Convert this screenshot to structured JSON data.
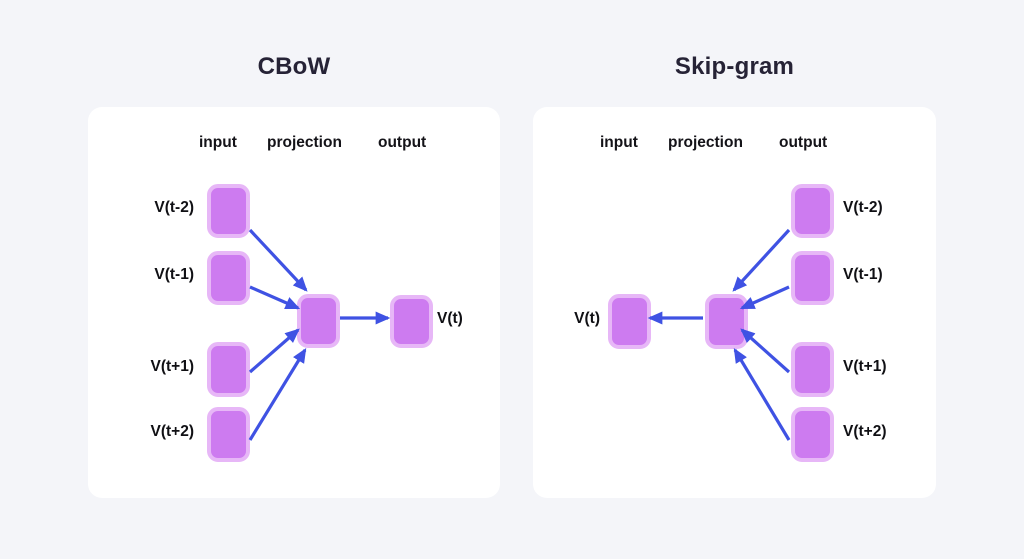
{
  "page": {
    "background_color": "#f4f5f9",
    "card_color": "#ffffff",
    "node_fill_color": "#cd7bf0",
    "node_border_color": "#e7b7f7",
    "arrow_color": "#3f52e3",
    "title_color": "#262336",
    "label_color": "#101014"
  },
  "panels": [
    {
      "id": "cbow",
      "title": "CBoW",
      "columns": [
        {
          "label": "input"
        },
        {
          "label": "projection"
        },
        {
          "label": "output"
        }
      ],
      "context_labels": [
        {
          "text": "V(t-2)"
        },
        {
          "text": "V(t-1)"
        },
        {
          "text": "V(t+1)"
        },
        {
          "text": "V(t+2)"
        }
      ],
      "target_label": {
        "text": "V(t)"
      }
    },
    {
      "id": "skipgram",
      "title": "Skip-gram",
      "columns": [
        {
          "label": "input"
        },
        {
          "label": "projection"
        },
        {
          "label": "output"
        }
      ],
      "context_labels": [
        {
          "text": "V(t-2)"
        },
        {
          "text": "V(t-1)"
        },
        {
          "text": "V(t+1)"
        },
        {
          "text": "V(t+2)"
        }
      ],
      "target_label": {
        "text": "V(t)"
      }
    }
  ]
}
